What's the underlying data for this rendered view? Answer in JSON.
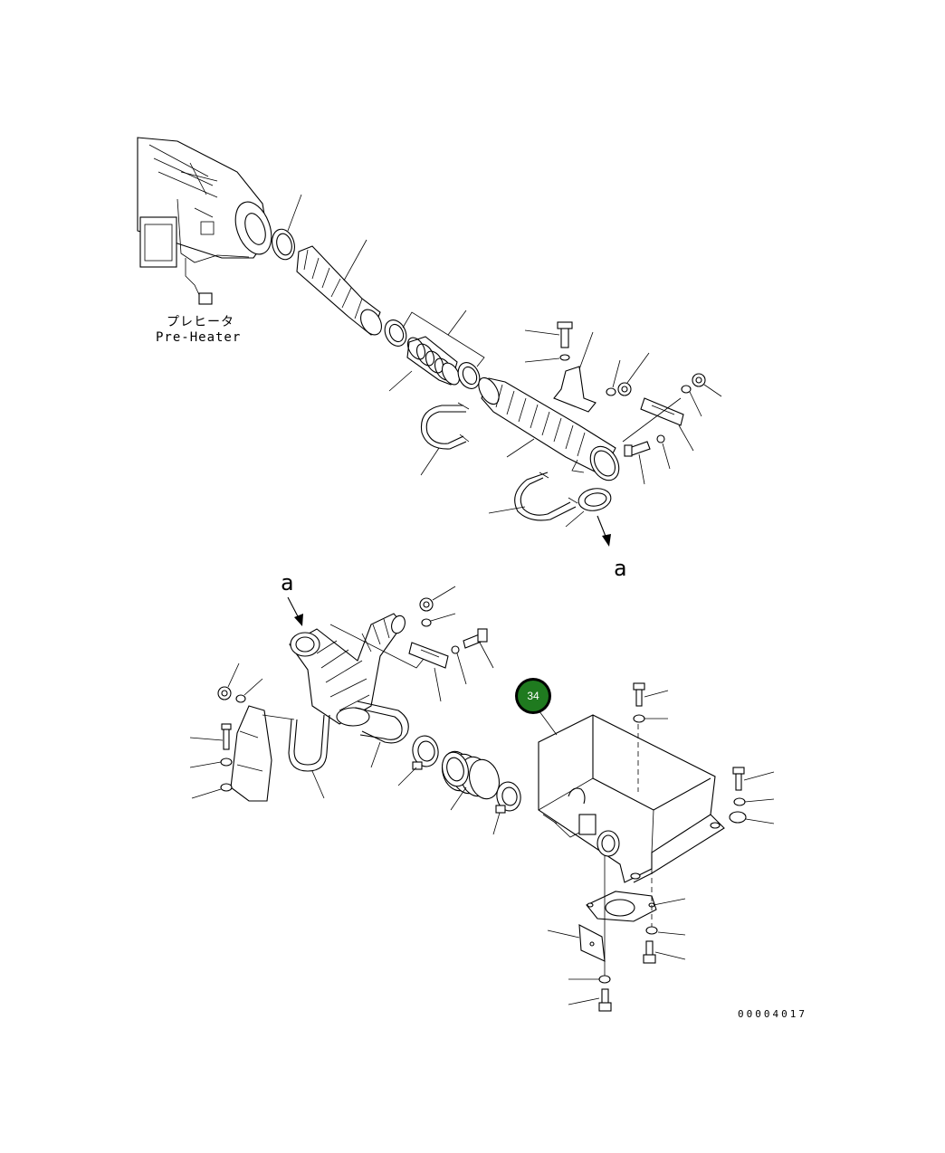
{
  "labels": {
    "preheater_jp": "プレヒータ",
    "preheater_en": "Pre-Heater",
    "arrow_a_top": "a",
    "arrow_a_bottom": "a",
    "drawing_code": "00004017"
  },
  "badge": {
    "number": "34",
    "color": "#1f7a1f"
  }
}
